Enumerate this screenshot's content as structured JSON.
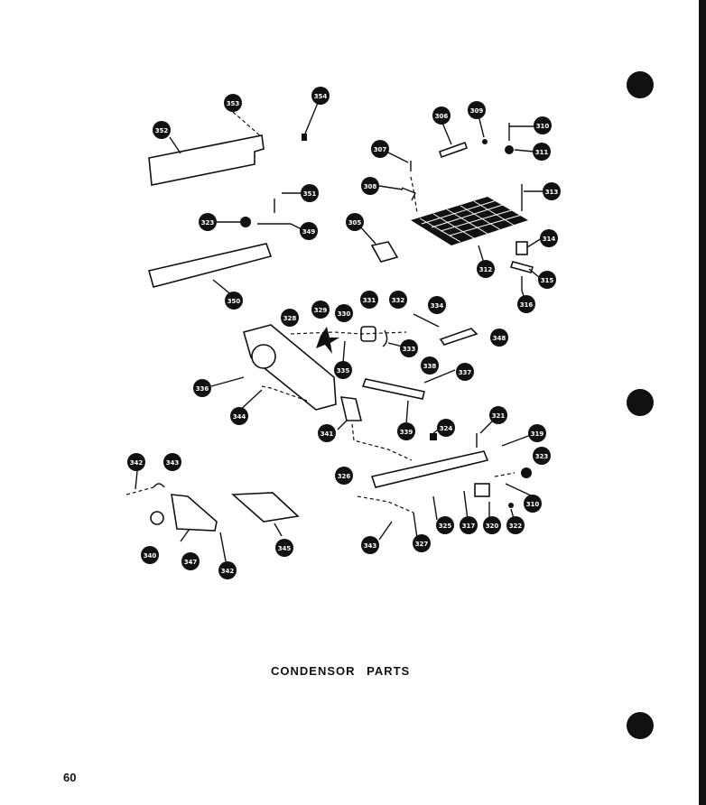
{
  "title": "CONDENSOR PARTS",
  "page_number": "60",
  "callouts": [
    "352",
    "353",
    "354",
    "306",
    "309",
    "310",
    "311",
    "307",
    "308",
    "313",
    "351",
    "323",
    "349",
    "305",
    "312",
    "314",
    "315",
    "316",
    "350",
    "328",
    "329",
    "330",
    "331",
    "332",
    "334",
    "348",
    "333",
    "335",
    "336",
    "337",
    "338",
    "339",
    "344",
    "341",
    "324",
    "321",
    "319",
    "323",
    "342",
    "343",
    "326",
    "310",
    "340",
    "347",
    "342",
    "345",
    "343",
    "327",
    "325",
    "317",
    "320",
    "322"
  ]
}
